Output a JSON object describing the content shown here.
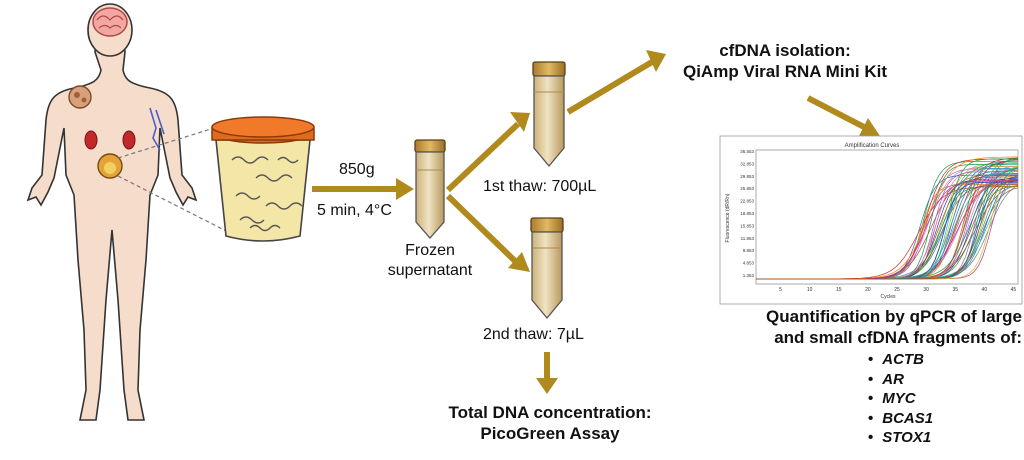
{
  "steps": {
    "centrifuge_speed": "850g",
    "centrifuge_time": "5 min, 4°C",
    "frozen_line1": "Frozen",
    "frozen_line2": "supernatant",
    "first_thaw": "1st thaw: 700µL",
    "second_thaw": "2nd thaw: 7µL",
    "isolation_line1": "cfDNA isolation:",
    "isolation_line2": "QiAmp Viral RNA Mini Kit",
    "total_line1": "Total DNA concentration:",
    "total_line2": "PicoGreen Assay",
    "quant_line1": "Quantification by qPCR of large",
    "quant_line2": "and small cfDNA fragments of:"
  },
  "genes": [
    "ACTB",
    "AR",
    "MYC",
    "BCAS1",
    "STOX1"
  ],
  "amplification_plot": {
    "title": "Amplification Curves",
    "xlabel": "Cycles",
    "ylabel": "Fluorescence (dR/Rn)",
    "x_ticks": [
      "5",
      "10",
      "15",
      "20",
      "25",
      "30",
      "35",
      "40",
      "45"
    ],
    "y_ticks": [
      "36.553",
      "32.853",
      "29.853",
      "25.853",
      "22.853",
      "18.853",
      "15.853",
      "11.853",
      "8.853",
      "4.853",
      "1.353"
    ]
  },
  "colors": {
    "arrow": "#b08a1c",
    "cap": "#c89a3a",
    "lid": "#e06a1e",
    "urine": "#f4e6a6",
    "supernatant": "#d8c393",
    "skin": "#f6dccb",
    "outline": "#333333"
  }
}
